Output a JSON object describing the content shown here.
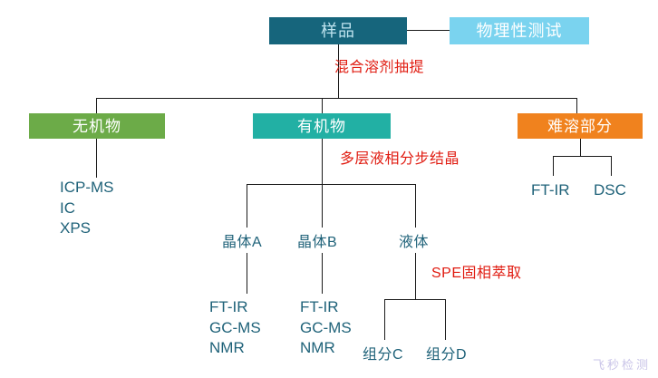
{
  "diagram": {
    "title_watermark": "飞秒检测",
    "colors": {
      "sample_box": "#16657c",
      "physical_box": "#7ad3ef",
      "inorganic_box": "#6cab48",
      "organic_box": "#22b0a4",
      "insoluble_box": "#f0821e",
      "text_teal": "#1f6279",
      "text_red": "#e01b10",
      "line": "#1a1a1a",
      "watermark": "#c9c4e8"
    },
    "nodes": {
      "sample": "样品",
      "physical_test": "物理性测试",
      "inorganic": "无机物",
      "organic": "有机物",
      "insoluble": "难溶部分",
      "crystal_a": "晶体A",
      "crystal_b": "晶体B",
      "liquid": "液体",
      "component_c": "组分C",
      "component_d": "组分D"
    },
    "process_labels": {
      "mixed_solvent_extraction": "混合溶剂抽提",
      "multilayer_crystallization": "多层液相分步结晶",
      "spe_extraction": "SPE固相萃取"
    },
    "methods": {
      "inorganic": "ICP-MS\nIC\nXPS",
      "insoluble_ftir": "FT-IR",
      "insoluble_dsc": "DSC",
      "crystal_a": "FT-IR\nGC-MS\nNMR",
      "crystal_b": "FT-IR\nGC-MS\nNMR"
    }
  }
}
